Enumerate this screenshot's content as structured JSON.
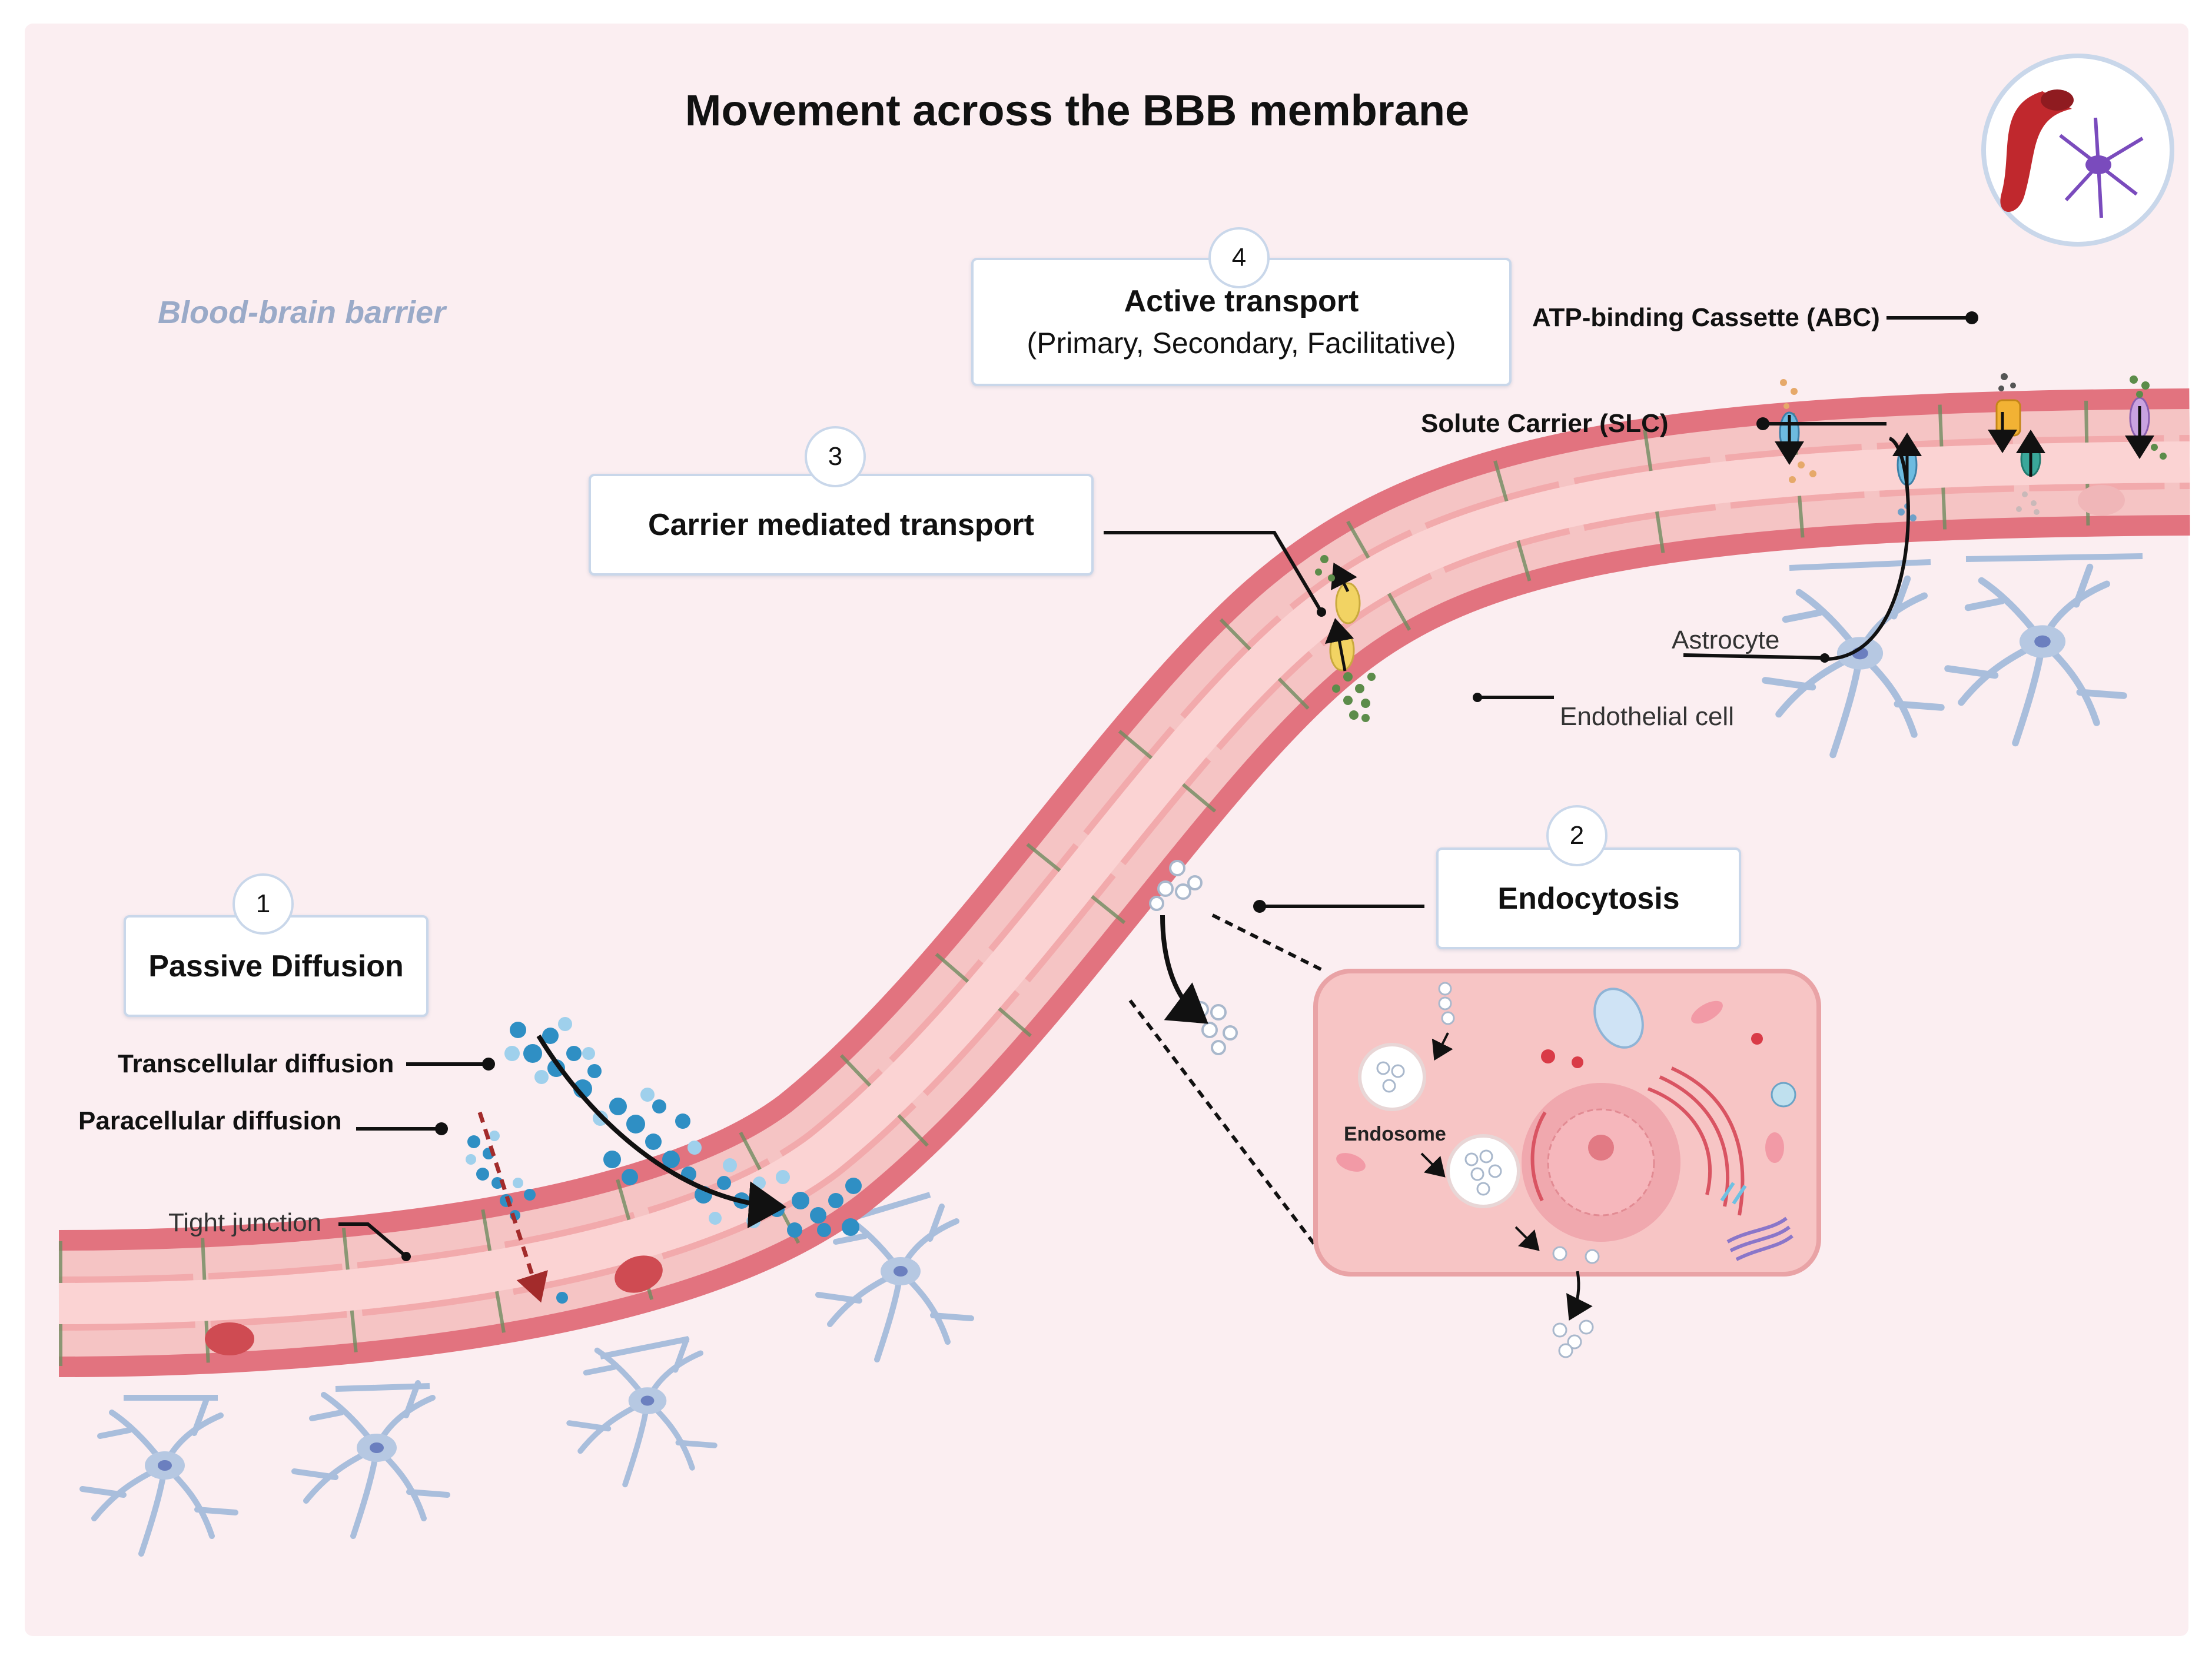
{
  "title": "Movement across the BBB membrane",
  "region_label": "Blood-brain barrier",
  "mechanisms": [
    {
      "number": "1",
      "title": "Passive Diffusion",
      "subtitle": ""
    },
    {
      "number": "2",
      "title": "Endocytosis",
      "subtitle": ""
    },
    {
      "number": "3",
      "title": "Carrier mediated transport",
      "subtitle": ""
    },
    {
      "number": "4",
      "title": "Active transport",
      "subtitle": "(Primary, Secondary, Facilitative)"
    }
  ],
  "labels": {
    "transcellular": "Transcellular diffusion",
    "paracellular": "Paracellular  diffusion",
    "tight_junction": "Tight junction",
    "astrocyte": "Astrocyte",
    "endothelial": "Endothelial cell",
    "abc": "ATP-binding Cassette (ABC)",
    "slc": "Solute Carrier (SLC)",
    "endosome": "Endosome"
  },
  "colors": {
    "background": "#fbeef1",
    "vessel_wall": "#e2737f",
    "vessel_lumen": "#f5c4c4",
    "molecule": "#2f8fc4",
    "astrocyte": "#a9bedc",
    "arrow_red": "#a32b2b"
  }
}
